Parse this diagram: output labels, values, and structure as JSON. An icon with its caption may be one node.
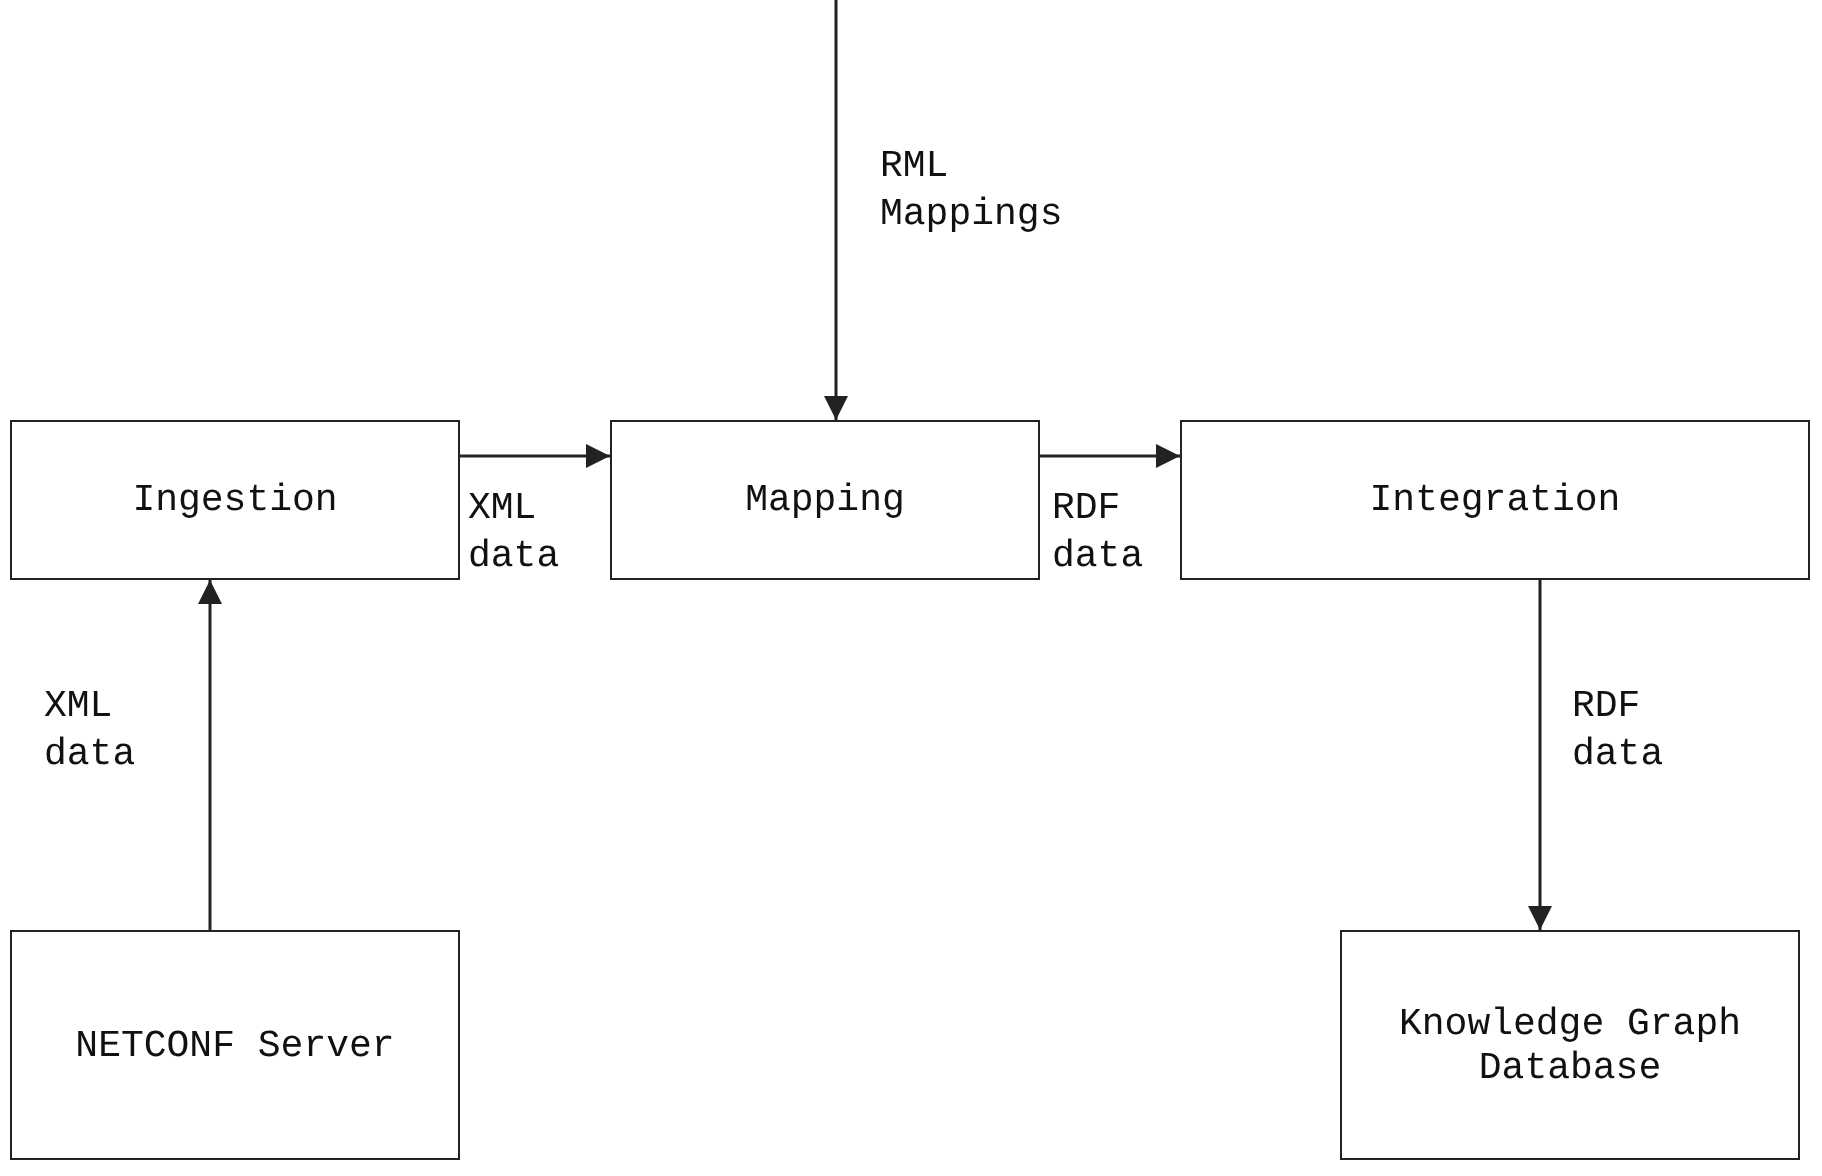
{
  "diagram": {
    "nodes": [
      {
        "text": [
          "Ingestion"
        ]
      },
      {
        "text": [
          "Mapping"
        ]
      },
      {
        "text": [
          "Integration"
        ]
      },
      {
        "text": [
          "NETCONF Server"
        ]
      },
      {
        "text": [
          "Knowledge Graph Database"
        ]
      }
    ],
    "edges": [
      {
        "from": null,
        "to": 1,
        "arrow": "to",
        "label": "RML Mappings"
      },
      {
        "from": 0,
        "to": 1,
        "arrow": "to",
        "label": "XML data"
      },
      {
        "from": 1,
        "to": 2,
        "arrow": "to",
        "label": "RDF data"
      },
      {
        "from": 3,
        "to": 0,
        "arrow": "to",
        "label": "XML data"
      },
      {
        "from": 2,
        "to": 4,
        "arrow": "to",
        "label": "RDF data"
      }
    ]
  }
}
